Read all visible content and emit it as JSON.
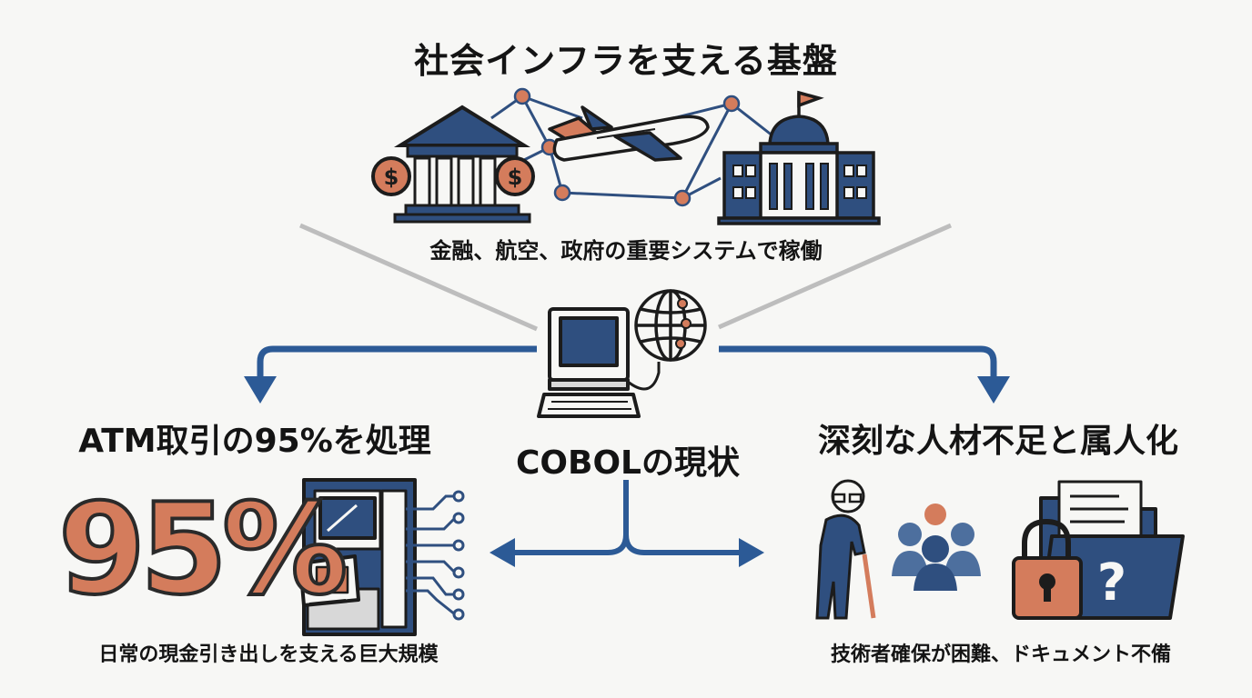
{
  "top": {
    "title": "社会インフラを支える基盤",
    "subtitle": "金融、航空、政府の重要システムで稼働"
  },
  "center": {
    "label": "COBOLの現状"
  },
  "left": {
    "heading": "ATM取引の95%を処理",
    "big_number": "95%",
    "caption": "日常の現金引き出しを支える巨大規模"
  },
  "right": {
    "heading": "深刻な人材不足と属人化",
    "caption": "技術者確保が困難、ドキュメント不備"
  },
  "icons": [
    "bank-icon",
    "dollar-coin-icon",
    "airplane-icon",
    "government-building-icon",
    "network-node-icon",
    "computer-icon",
    "globe-icon",
    "atm-icon",
    "circuit-icon",
    "elderly-person-icon",
    "people-group-icon",
    "folder-icon",
    "lock-icon",
    "question-mark-icon"
  ],
  "colors": {
    "navy": "#2f4f7f",
    "orange": "#d47c5c",
    "arrow_blue": "#2c5a96",
    "line_gray": "#bdbdbd",
    "dark": "#1c1c1c"
  }
}
